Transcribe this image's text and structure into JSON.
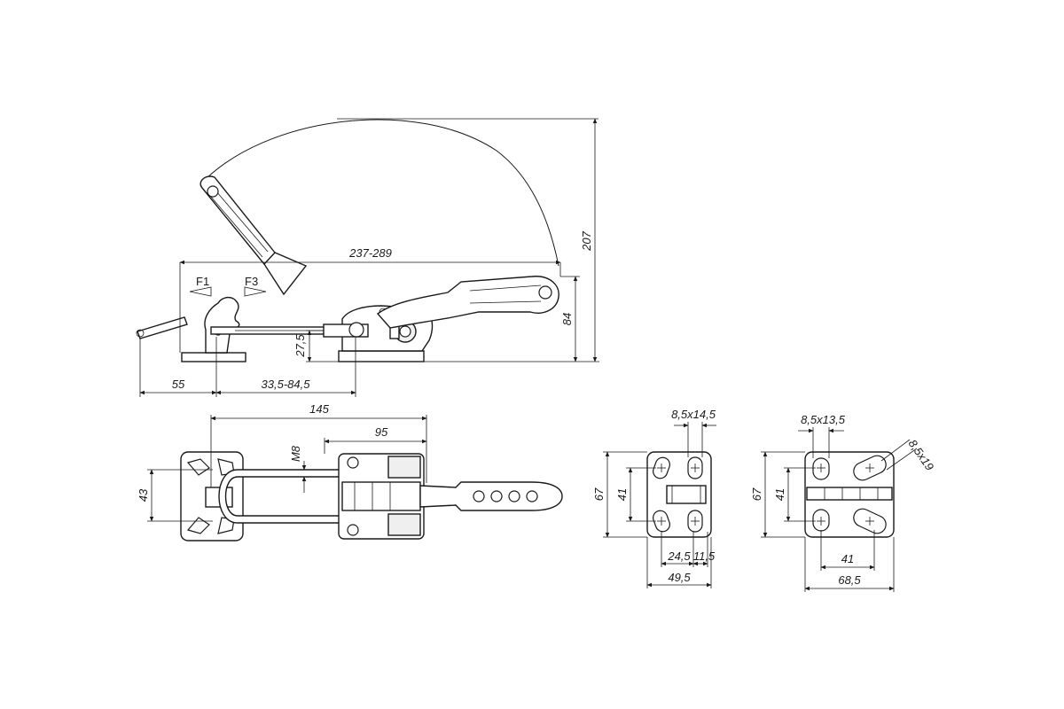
{
  "side_view": {
    "force_labels": [
      "F1",
      "F3"
    ],
    "dimensions": {
      "overall_length": "237-289",
      "lever_height": "207",
      "base_height": "84",
      "hook_height": "27,5",
      "hook_offset": "55",
      "adjust_range": "33,5-84,5"
    }
  },
  "top_view": {
    "dimensions": {
      "total_length": "145",
      "clamp_length": "95",
      "thread": "M8",
      "width": "43"
    }
  },
  "bracket_view": {
    "dimensions": {
      "slot": "8,5x14,5",
      "height": "67",
      "hole_spacing_v": "41",
      "spacing_a": "24,5",
      "spacing_b": "11,5",
      "width": "49,5"
    }
  },
  "base_view": {
    "dimensions": {
      "slot": "8,5x13,5",
      "slot_diag": "8,5x19",
      "height": "67",
      "hole_spacing_v": "41",
      "hole_spacing_h": "41",
      "width": "68,5"
    }
  }
}
